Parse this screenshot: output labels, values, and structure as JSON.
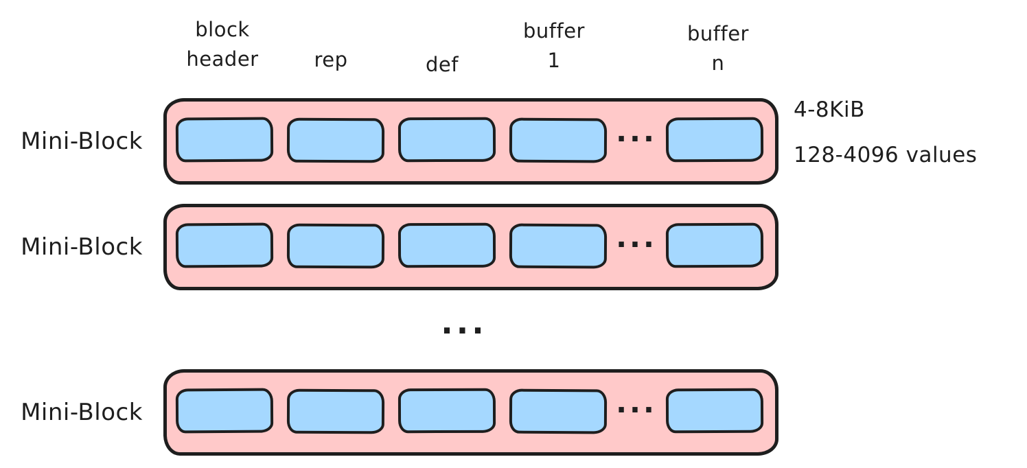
{
  "palette": {
    "container_fill": "#ffc9c9",
    "cell_fill": "#a5d8ff",
    "stroke": "#1e1e1e",
    "background": "#ffffff"
  },
  "columns": [
    {
      "id": "block-header",
      "label": "block\nheader"
    },
    {
      "id": "rep",
      "label": "rep"
    },
    {
      "id": "def",
      "label": "def"
    },
    {
      "id": "buffer-1",
      "label": "buffer\n1"
    },
    {
      "id": "buffer-n",
      "label": "buffer\nn"
    }
  ],
  "rows": [
    {
      "label": "Mini-Block"
    },
    {
      "label": "Mini-Block"
    },
    {
      "label": "Mini-Block"
    }
  ],
  "cell_ellipsis": "...",
  "rows_ellipsis": "...",
  "annotations": {
    "size": "4-8KiB",
    "values": "128-4096 values"
  }
}
